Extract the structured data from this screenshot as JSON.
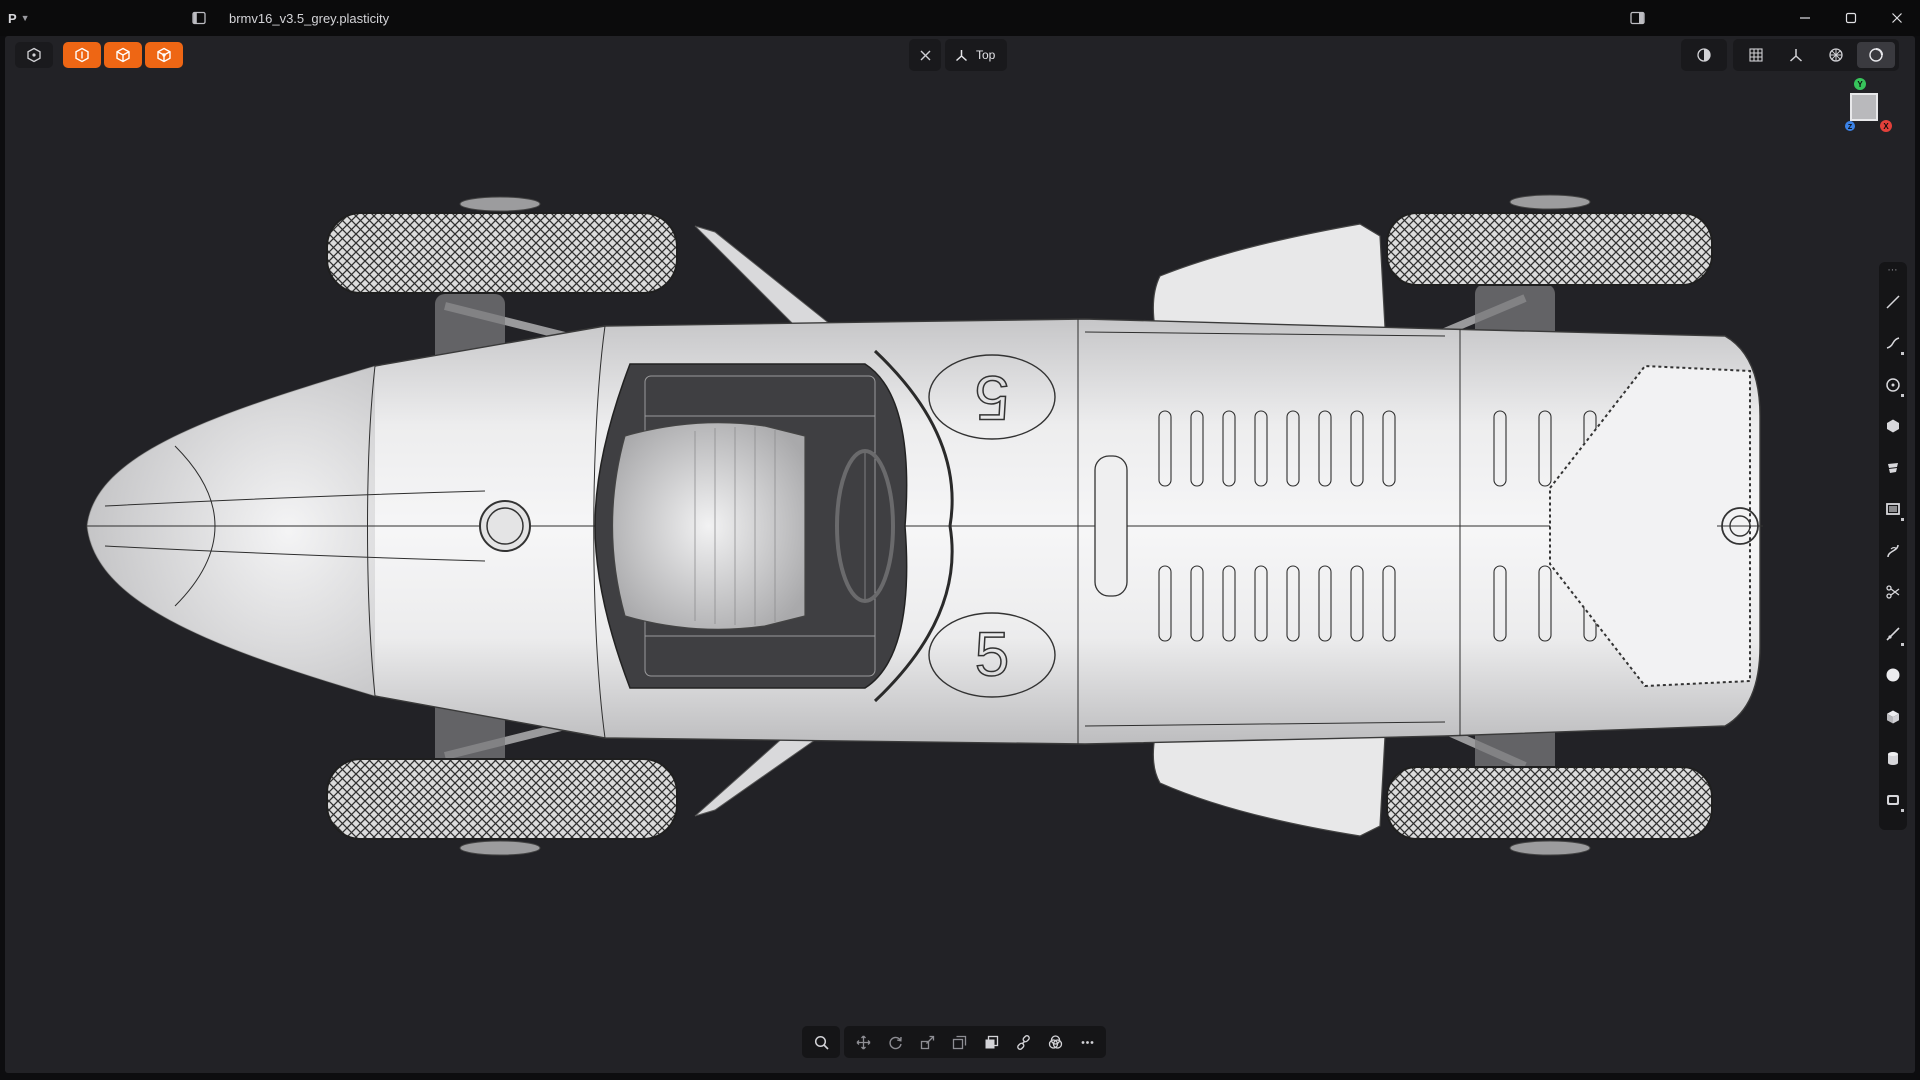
{
  "app": {
    "menu_label": "P",
    "document_title": "brmv16_v3.5_grey.plasticity"
  },
  "viewport": {
    "view_name": "Top",
    "gizmo_labels": {
      "y": "Y",
      "x": "X",
      "z": "Z"
    },
    "car_number": "5"
  },
  "colors": {
    "accent": "#ee6614",
    "viewport_bg": "#222226",
    "gizmo_y": "#37c45b",
    "gizmo_x": "#e2403a",
    "gizmo_z": "#3b82e6"
  },
  "selection_modes": [
    {
      "icon": "object-mode-icon",
      "active": false
    },
    {
      "icon": "face-mode-icon",
      "active": true
    },
    {
      "icon": "edge-mode-icon",
      "active": true
    },
    {
      "icon": "vertex-mode-icon",
      "active": true
    }
  ],
  "display_controls": [
    "xray-icon",
    "grid-icon",
    "axes-icon",
    "render-mode-icon",
    "overlay-icon"
  ],
  "right_tools": [
    "line-tool-icon",
    "curve-tool-icon",
    "circle-tool-icon",
    "polygon-tool-icon",
    "extrude-tool-icon",
    "rectangle-tool-icon",
    "spline-tool-icon",
    "cut-tool-icon",
    "fillet-tool-icon",
    "sphere-tool-icon",
    "box-tool-icon",
    "cylinder-tool-icon",
    "shell-tool-icon"
  ],
  "bottom_tools": [
    "zoom-icon",
    "move-icon",
    "rotate-icon",
    "scale-icon",
    "duplicate-icon",
    "boolean-icon",
    "link-icon",
    "intersect-icon",
    "more-icon"
  ]
}
